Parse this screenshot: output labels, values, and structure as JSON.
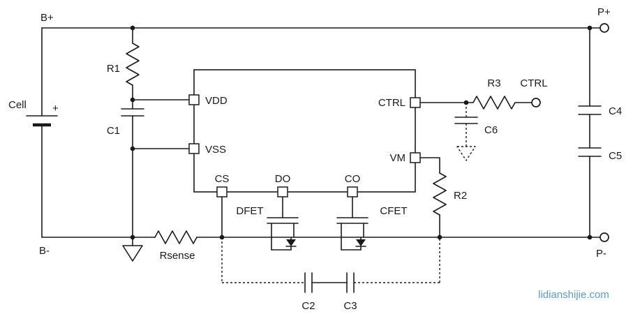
{
  "diagram": {
    "type": "circuit-schematic",
    "description": "Single-cell battery protection circuit schematic",
    "colors": {
      "line": "#1a1a1a",
      "watermark": "#5b9bd5",
      "background": "#ffffff"
    },
    "terminals": {
      "b_plus": "B+",
      "b_minus": "B-",
      "p_plus": "P+",
      "p_minus": "P-",
      "ctrl": "CTRL"
    },
    "battery": {
      "label": "Cell",
      "polarity": "+"
    },
    "ic": {
      "pins": [
        "VDD",
        "VSS",
        "CS",
        "DO",
        "CO",
        "CTRL",
        "VM"
      ]
    },
    "components": {
      "r1": "R1",
      "r2": "R2",
      "r3": "R3",
      "rsense": "Rsense",
      "c1": "C1",
      "c2": "C2",
      "c3": "C3",
      "c4": "C4",
      "c5": "C5",
      "c6": "C6",
      "dfet": "DFET",
      "cfet": "CFET"
    },
    "watermark": "lidianshijie.com"
  }
}
